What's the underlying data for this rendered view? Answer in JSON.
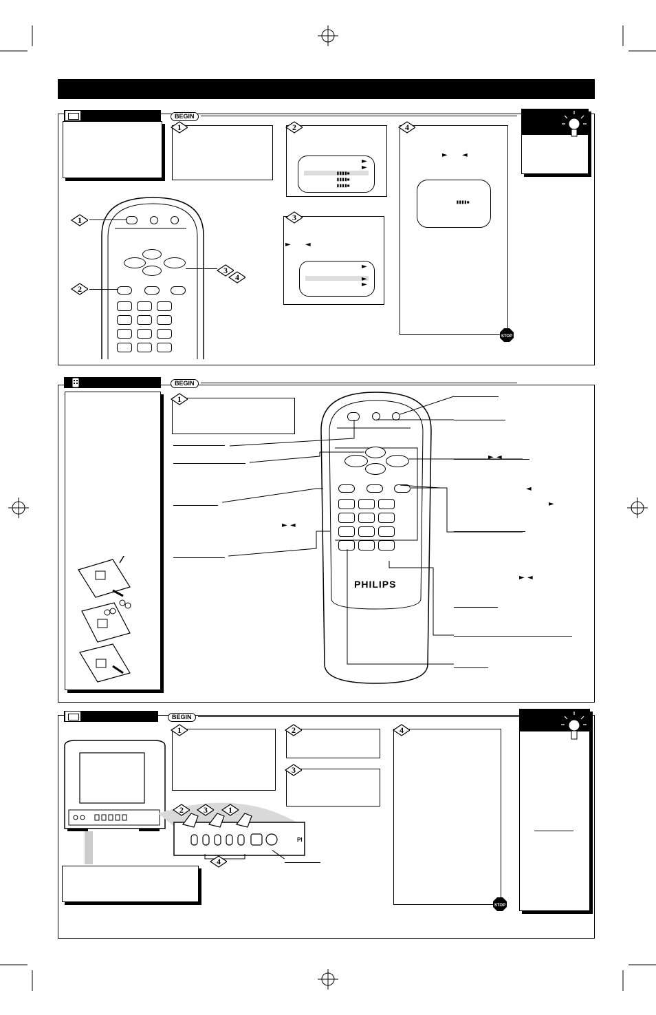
{
  "page": {
    "header_bar": "",
    "begin_label": "BEGIN",
    "stop_label": "STOP"
  },
  "brand": {
    "remote_logo": "PHILIPS",
    "front_panel_logo": "PI"
  },
  "steps": {
    "s1": "1",
    "s2": "2",
    "s3": "3",
    "s4": "4"
  },
  "colors": {
    "ink": "#000000",
    "paper": "#ffffff",
    "highlight": "#e6e6e6"
  },
  "icons": [
    "lightbulb-icon",
    "remote-icon",
    "tv-icon",
    "stop-sign-icon",
    "hand-pointer-icon",
    "battery-icon",
    "crosshair-icon"
  ]
}
